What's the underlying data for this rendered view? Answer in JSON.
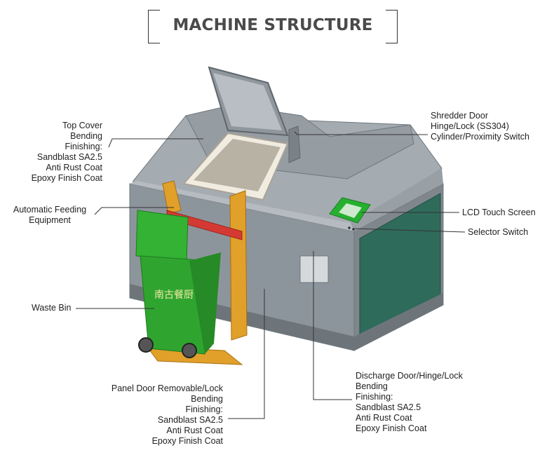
{
  "title": "MACHINE STRUCTURE",
  "labels": {
    "top_cover": [
      "Top Cover",
      "Bending",
      "Finishing:",
      "Sandblast SA2.5",
      "Anti Rust Coat",
      "Epoxy Finish Coat"
    ],
    "feeding": [
      "Automatic Feeding",
      "Equipment"
    ],
    "waste_bin": [
      "Waste Bin"
    ],
    "panel_door": [
      "Panel Door Removable/Lock",
      "Bending",
      "Finishing:",
      "Sandblast SA2.5",
      "Anti Rust Coat",
      "Epoxy Finish Coat"
    ],
    "shredder_door": [
      "Shredder Door",
      "Hinge/Lock (SS304)",
      "Cylinder/Proximity Switch"
    ],
    "lcd": [
      "LCD Touch Screen"
    ],
    "selector": [
      "Selector Switch"
    ],
    "discharge_door": [
      "Discharge Door/Hinge/Lock",
      "Bending",
      "Finishing:",
      "Sandblast SA2.5",
      "Anti Rust Coat",
      "Epoxy Finish Coat"
    ]
  },
  "bin_text": "南古餐厨",
  "colors": {
    "body": "#8d959c",
    "body_top": "#a4abb1",
    "panel_side": "#2f6b5a",
    "bin": "#33b233",
    "frame": "#e1a02a",
    "arm": "#d43a33",
    "screen": "#2ec73a"
  }
}
